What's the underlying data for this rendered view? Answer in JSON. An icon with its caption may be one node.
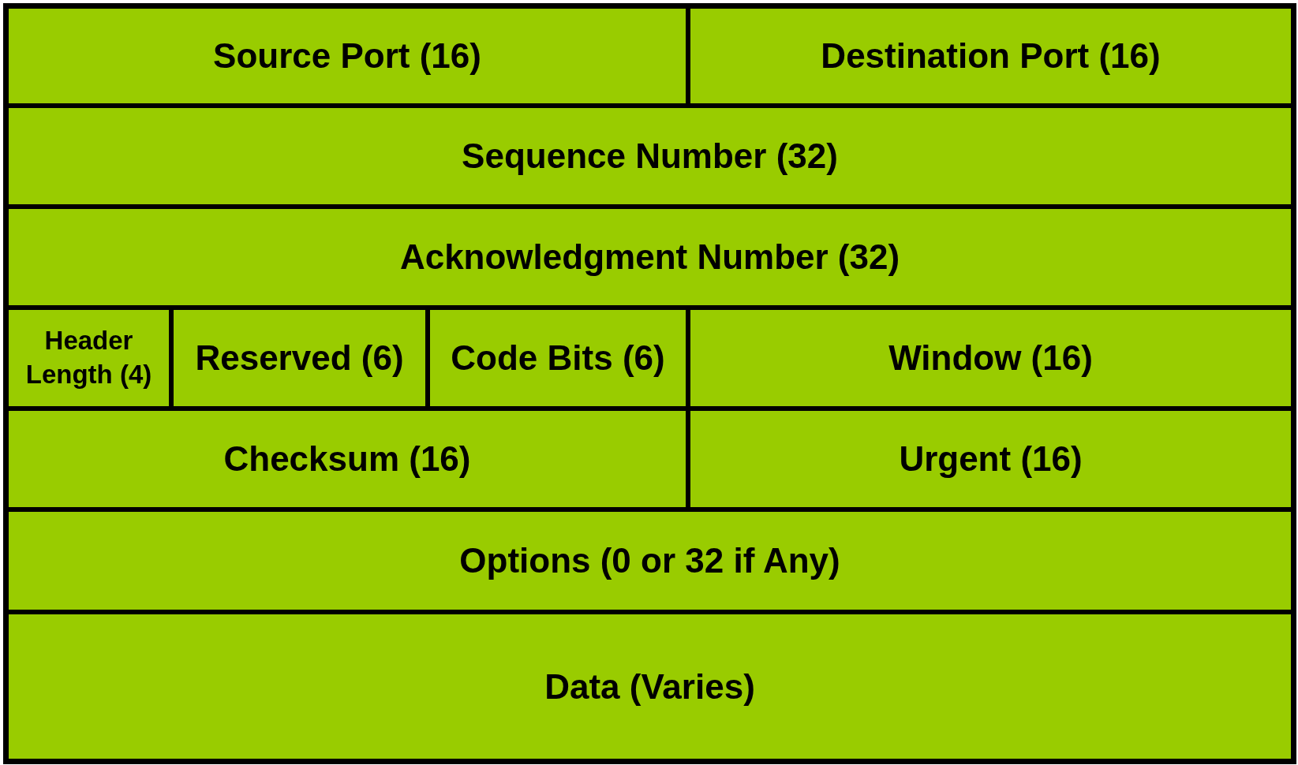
{
  "diagram": {
    "nodes": [
      {
        "text": [
          "Source Port (16)"
        ]
      },
      {
        "text": [
          "Destination Port (16)"
        ]
      },
      {
        "text": [
          "Sequence Number (32)"
        ]
      },
      {
        "text": [
          "Acknowledgment Number (32)"
        ]
      },
      {
        "text": [
          "Header Length (4)"
        ]
      },
      {
        "text": [
          "Reserved (6)"
        ]
      },
      {
        "text": [
          "Code Bits (6)"
        ]
      },
      {
        "text": [
          "Window (16)"
        ]
      },
      {
        "text": [
          "Checksum (16)"
        ]
      },
      {
        "text": [
          "Urgent (16)"
        ]
      },
      {
        "text": [
          "Options (0 or 32 if Any)"
        ]
      },
      {
        "text": [
          "Data (Varies)"
        ]
      }
    ]
  }
}
